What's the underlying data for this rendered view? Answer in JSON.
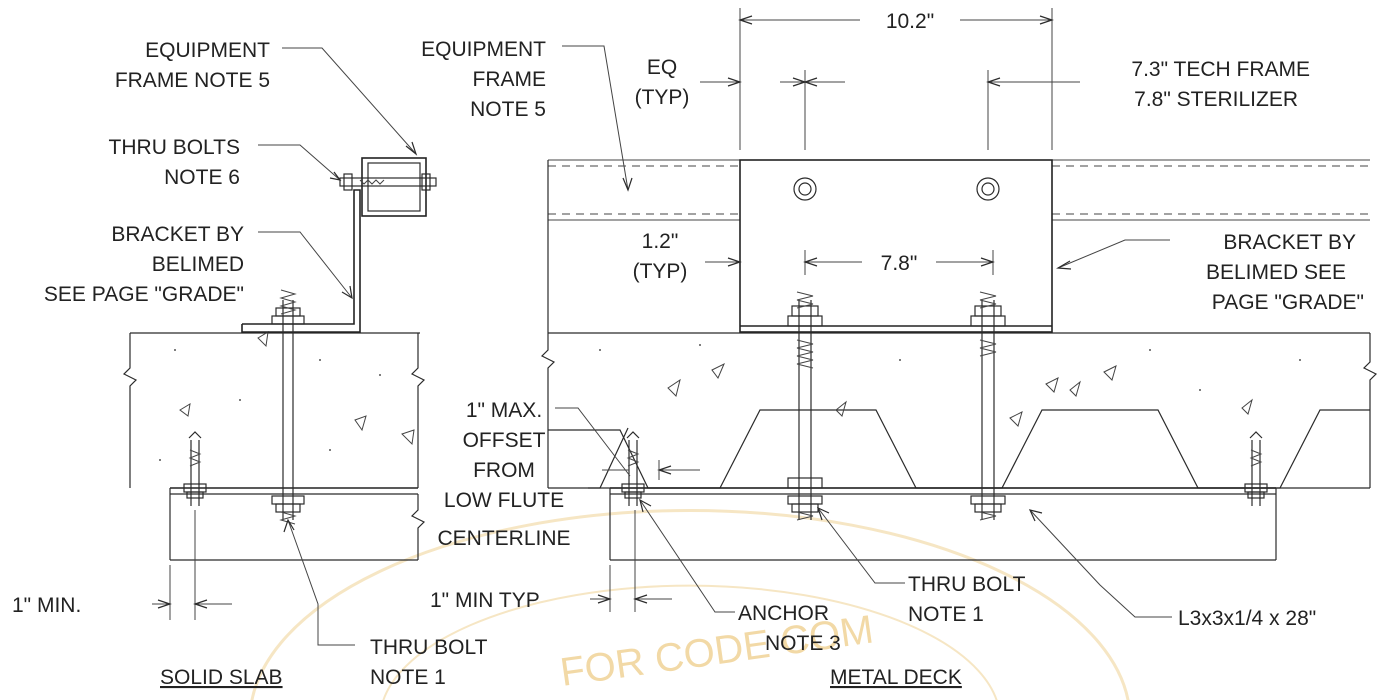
{
  "labels": {
    "equipment_frame_left": [
      "EQUIPMENT",
      "FRAME NOTE 5"
    ],
    "thru_bolts": [
      "THRU BOLTS",
      "NOTE 6"
    ],
    "bracket_left": [
      "BRACKET BY",
      "BELIMED",
      "SEE PAGE \"GRADE\""
    ],
    "min_1_left": "1\" MIN.",
    "thru_bolt_left": [
      "THRU BOLT",
      "NOTE 1"
    ],
    "solid_slab": "SOLID SLAB",
    "equipment_frame_right": [
      "EQUIPMENT",
      "FRAME",
      "NOTE 5"
    ],
    "eq_typ": [
      "EQ",
      "(TYP)"
    ],
    "dim_10_2": "10.2\"",
    "tech_frame": [
      "7.3\" TECH FRAME",
      "7.8\" STERILIZER"
    ],
    "dim_1_2_typ": [
      "1.2\"",
      "(TYP)"
    ],
    "dim_7_8": "7.8\"",
    "bracket_right": [
      "BRACKET BY",
      "BELIMED SEE",
      "PAGE \"GRADE\""
    ],
    "offset_note": [
      "1\" MAX.",
      "OFFSET",
      "FROM",
      "LOW FLUTE",
      "CENTERLINE"
    ],
    "min_1_typ": "1\" MIN TYP",
    "anchor": [
      "ANCHOR",
      "NOTE 3"
    ],
    "thru_bolt_right": [
      "THRU BOLT",
      "NOTE 1"
    ],
    "angle": "L3x3x1/4 x 28\"",
    "metal_deck": "METAL DECK",
    "watermark": "FOR CODE COM"
  },
  "colors": {
    "line": "#2b2b2b",
    "watermark": "#f2d9a6"
  }
}
